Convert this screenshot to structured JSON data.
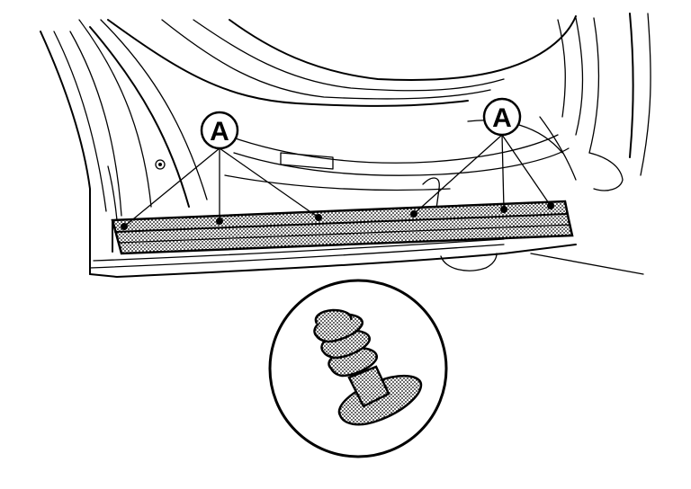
{
  "diagram": {
    "callouts": [
      {
        "label": "A"
      },
      {
        "label": "A"
      }
    ],
    "colors": {
      "line": "#000000",
      "background": "#ffffff",
      "stipple": "#000000"
    },
    "icons": [
      "door-sill-panel",
      "push-clip-fastener"
    ]
  }
}
